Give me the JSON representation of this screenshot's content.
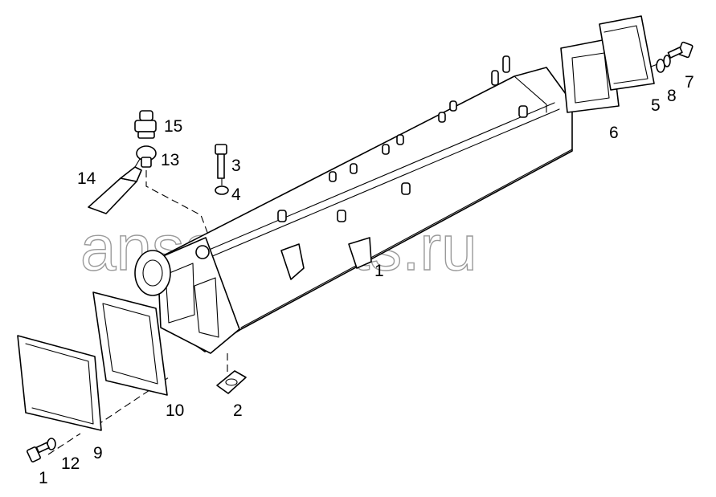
{
  "diagram": {
    "callouts": [
      {
        "id": "c15",
        "text": "15"
      },
      {
        "id": "c13",
        "text": "13"
      },
      {
        "id": "c14",
        "text": "14"
      },
      {
        "id": "c3",
        "text": "3"
      },
      {
        "id": "c4",
        "text": "4"
      },
      {
        "id": "c1_main",
        "text": "1"
      },
      {
        "id": "c6",
        "text": "6"
      },
      {
        "id": "c5",
        "text": "5"
      },
      {
        "id": "c8",
        "text": "8"
      },
      {
        "id": "c7",
        "text": "7"
      },
      {
        "id": "c10",
        "text": "10"
      },
      {
        "id": "c2",
        "text": "2"
      },
      {
        "id": "c9",
        "text": "9"
      },
      {
        "id": "c12",
        "text": "12"
      },
      {
        "id": "c1_bolt",
        "text": "1"
      }
    ],
    "watermark": "ansat-parts.ru"
  }
}
